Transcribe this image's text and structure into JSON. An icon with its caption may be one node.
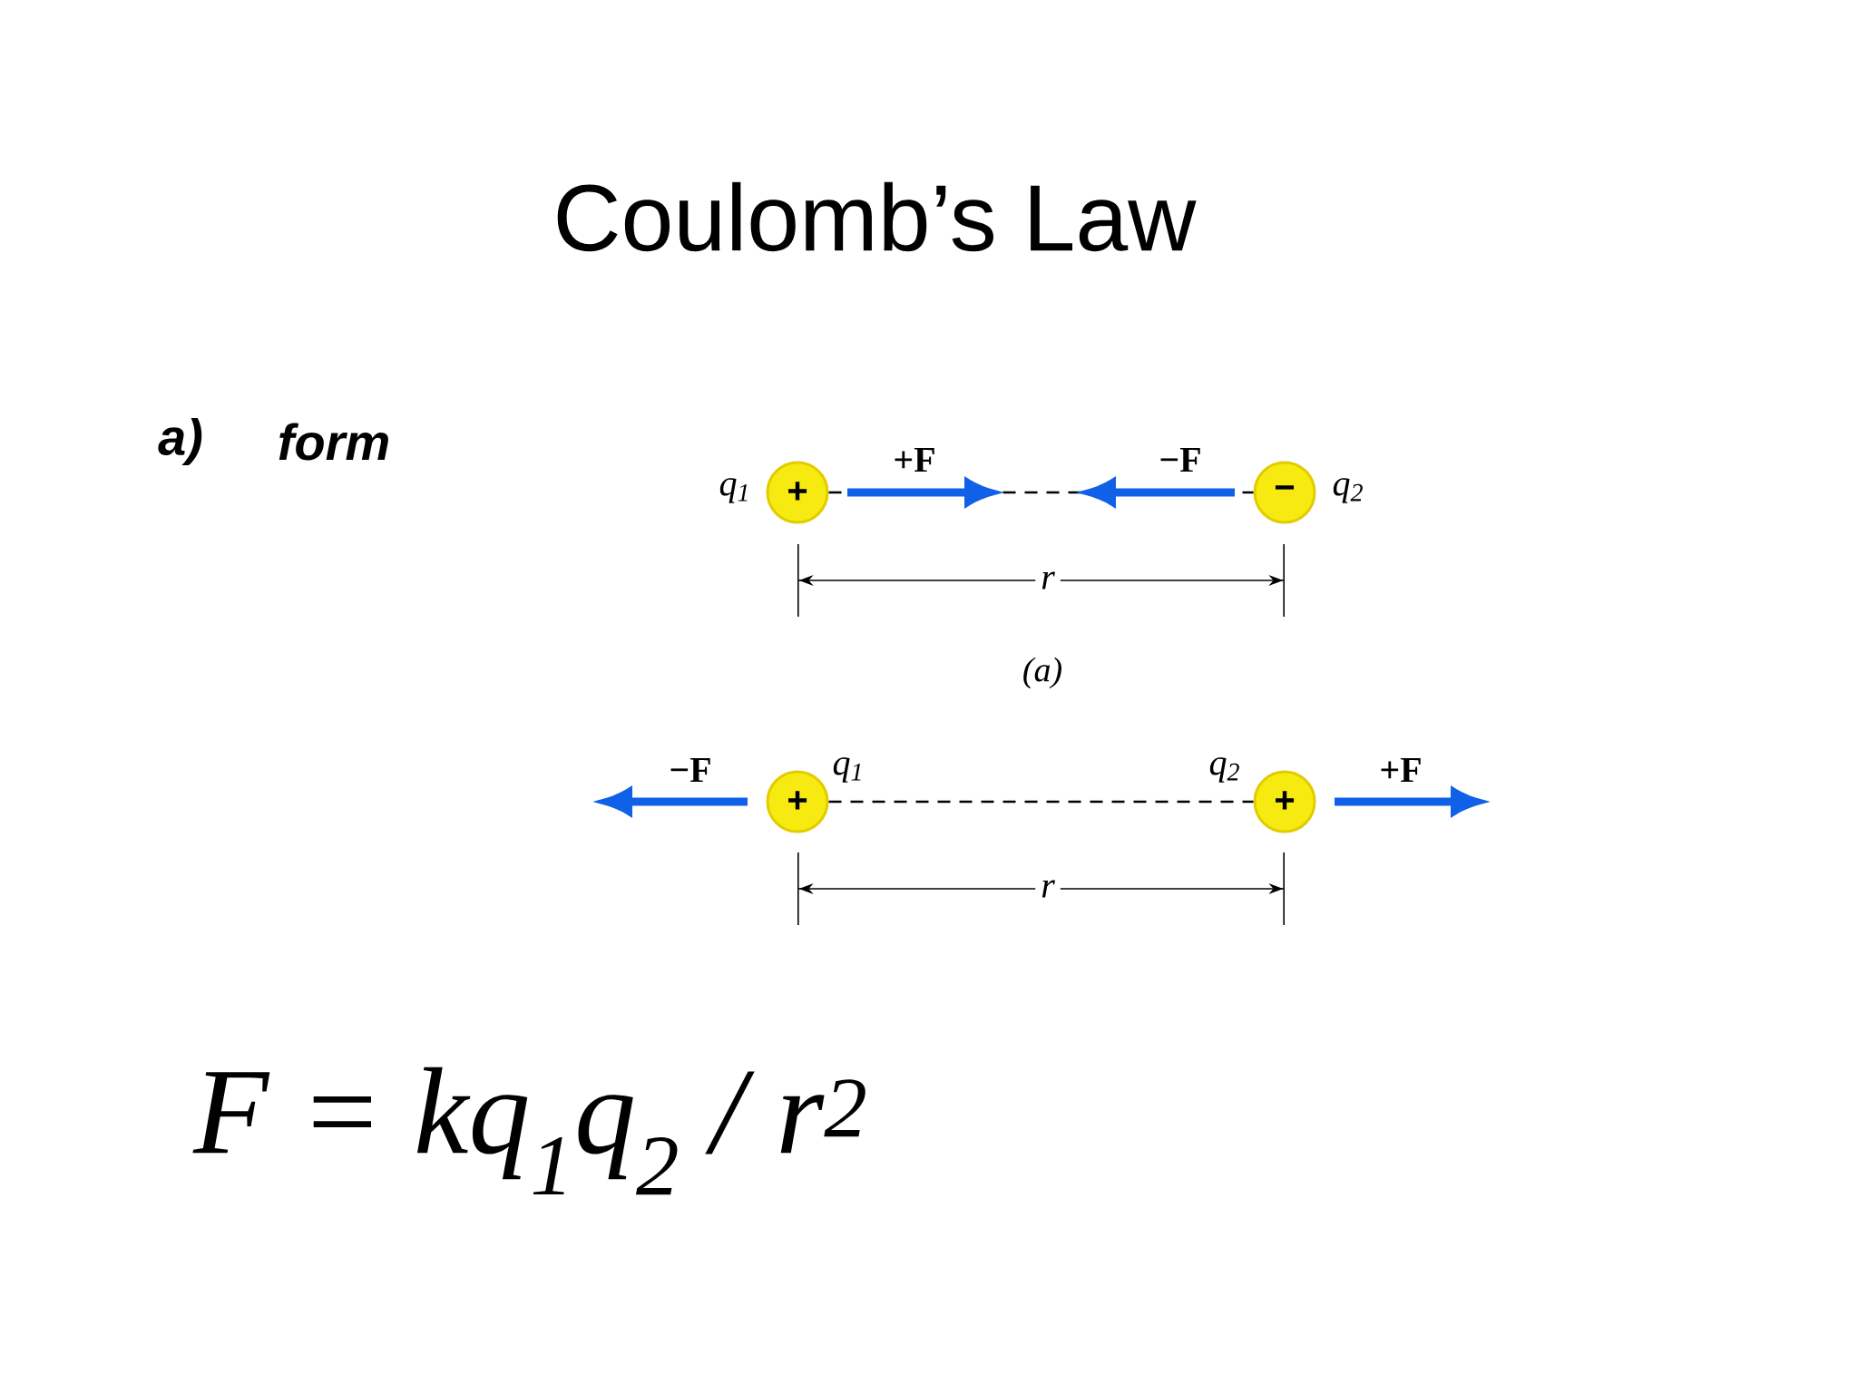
{
  "diagram": {
    "title": "Coulomb’s Law",
    "nodes": [
      {
        "text": [
          "+"
        ],
        "beside": [
          "q$_{1}$"
        ]
      },
      {
        "text": [
          "−"
        ],
        "beside": [
          "q$_{2}$"
        ]
      },
      {
        "text": [
          "+"
        ],
        "beside": [
          "q$_{1}$"
        ]
      },
      {
        "text": [
          "+"
        ],
        "beside": [
          "q$_{2}$"
        ]
      }
    ],
    "edges": [
      {
        "from": 0,
        "to": 1,
        "arrow": "none",
        "style": "dashed"
      },
      {
        "from": 2,
        "to": 3,
        "arrow": "none",
        "style": "dashed"
      }
    ],
    "labels": [
      "a)",
      "form",
      "+F",
      "−F",
      "r",
      "(a)",
      "−F",
      "+F",
      "r",
      "F = kq$_{1}$q$_{2}$ / r$^{2}$"
    ]
  }
}
